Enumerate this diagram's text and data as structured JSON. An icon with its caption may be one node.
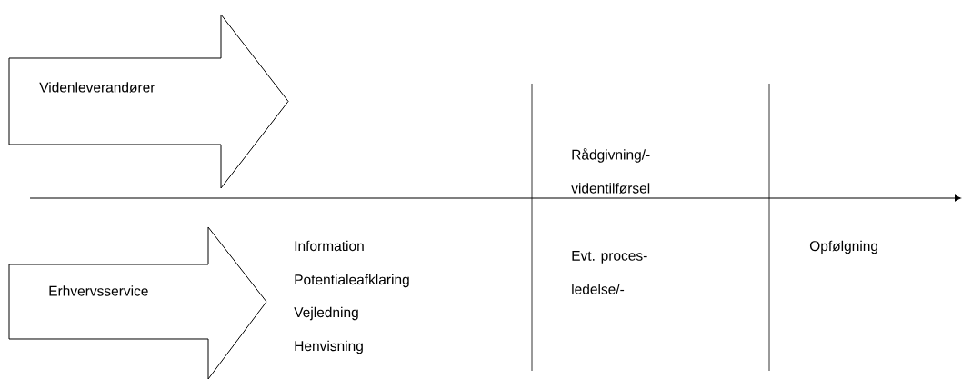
{
  "diagram": {
    "nodes": [
      {
        "text": [
          "Videnleverandører"
        ]
      },
      {
        "text": [
          "Erhvervsservice"
        ]
      }
    ],
    "labels": [
      "Rådgivning/- videntilførsel",
      "Information",
      "Potentialeafklaring",
      "Vejledning",
      "Henvisning",
      "Evt. proces- ledelse/-",
      "Opfølgning"
    ]
  }
}
